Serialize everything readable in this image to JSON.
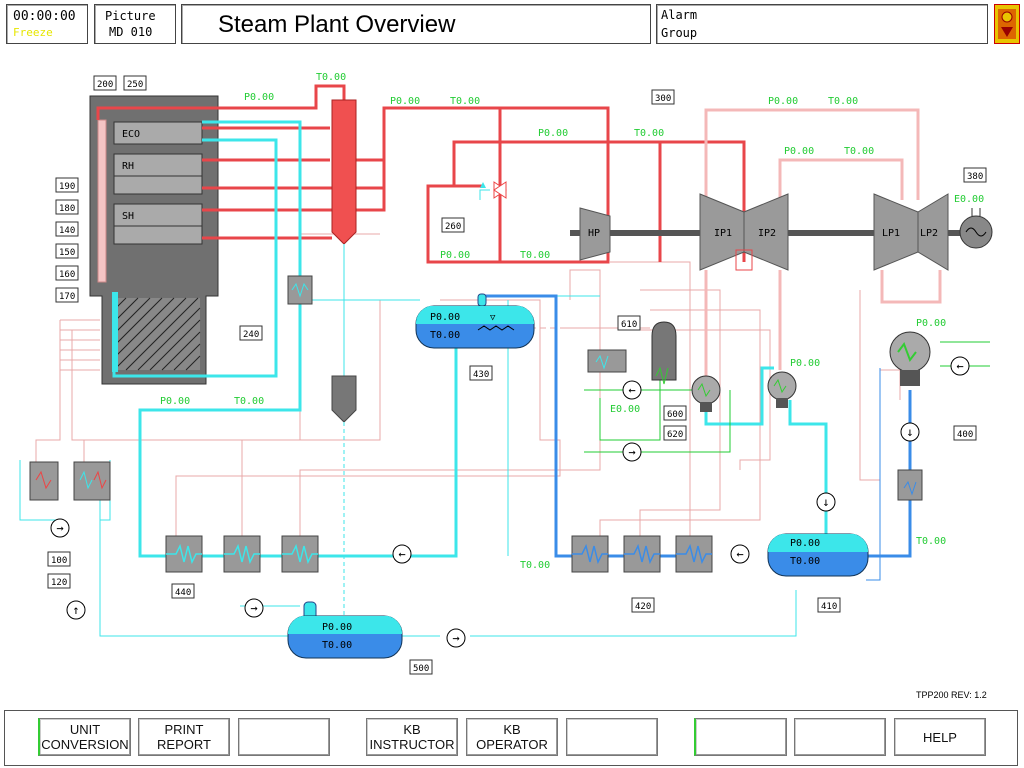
{
  "header": {
    "clock": "00:00:00",
    "clock_status": "Freeze",
    "picture_label": "Picture",
    "picture_id": "MD 010",
    "title": "Steam Plant Overview",
    "alarm_line1": "Alarm",
    "alarm_line2": "Group"
  },
  "version": "TPP200  REV: 1.2",
  "toolbar": {
    "unit_conversion": "UNIT\nCONVERSION",
    "print_report": "PRINT\nREPORT",
    "kb_instructor": "KB\nINSTRUCTOR",
    "kb_operator": "KB\nOPERATOR",
    "help": "HELP"
  },
  "boiler": {
    "eco": "ECO",
    "rh": "RH",
    "sh": "SH"
  },
  "turbines": {
    "hp": "HP",
    "ip1": "IP1",
    "ip2": "IP2",
    "lp1": "LP1",
    "lp2": "LP2"
  },
  "tags": {
    "t200": "200",
    "t250": "250",
    "t300": "300",
    "t380": "380",
    "t190": "190",
    "t180": "180",
    "t140": "140",
    "t150": "150",
    "t160": "160",
    "t170": "170",
    "t260": "260",
    "t240": "240",
    "t610": "610",
    "t430": "430",
    "t600": "600",
    "t620": "620",
    "t400": "400",
    "t100": "100",
    "t120": "120",
    "t440": "440",
    "t420": "420",
    "t410": "410",
    "t500": "500"
  },
  "readings": {
    "p_steam_top": "P0.00",
    "t_drum_top": "T0.00",
    "p_main_left": "P0.00",
    "t_main_left": "T0.00",
    "p_mid": "P0.00",
    "t_mid": "T0.00",
    "p_ip": "P0.00",
    "t_ip": "T0.00",
    "p_lp": "P0.00",
    "t_lp": "T0.00",
    "p_hp_in": "P0.00",
    "t_hp_in": "T0.00",
    "e_gen": "E0.00",
    "p_fw": "P0.00",
    "t_fw": "T0.00",
    "p_cond": "P0.00",
    "p_cond2": "P0.00",
    "e_aux": "E0.00",
    "t_lp_heater": "T0.00",
    "t_cond_out": "T0.00",
    "deaerator_p": "P0.00",
    "deaerator_t": "T0.00",
    "feedtank_p": "P0.00",
    "feedtank_t": "T0.00",
    "hotwell_p": "P0.00",
    "hotwell_t": "T0.00"
  },
  "colors": {
    "steam": "#e8464a",
    "steam_light": "#f4b8b8",
    "water": "#3ce6ea",
    "condensate": "#3a8ce8",
    "thin": "#e8a0a0",
    "label_green": "#22cc33",
    "equipment": "#9a9a9a"
  }
}
